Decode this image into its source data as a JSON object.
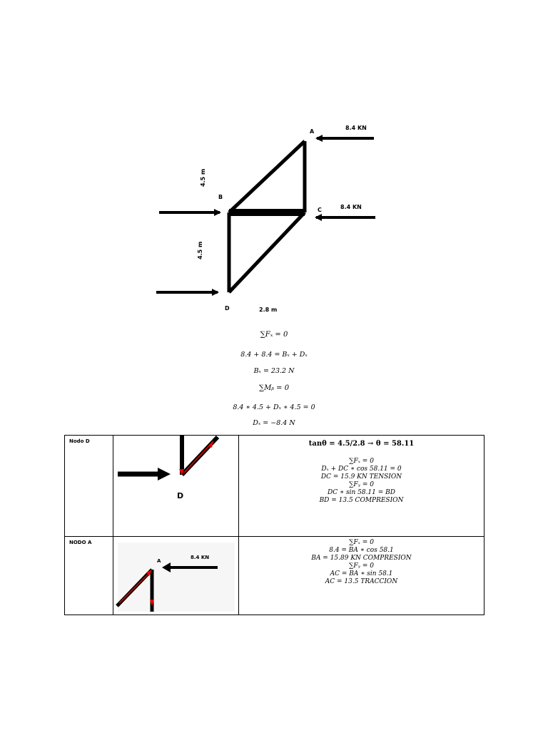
{
  "truss": {
    "nodes": {
      "A": "A",
      "B": "B",
      "C": "C",
      "D": "D"
    },
    "load_a": "8.4 KN",
    "load_c": "8.4 KN",
    "dim_top": "4.5 m",
    "dim_bottom": "4.5 m",
    "dim_width": "2.8 m"
  },
  "equations": [
    "∑Fₓ = 0",
    "8.4 + 8.4 = Bₓ + Dₓ",
    "Bₓ = 23.2 N",
    "∑Mᵦ = 0",
    "8.4 ∗ 4.5 + Dₓ ∗ 4.5 = 0",
    "Dₓ = −8.4 N"
  ],
  "table": {
    "row1": {
      "name": "Nodo D",
      "node_label": "D",
      "lines": [
        "tanθ = 4.5/2.8 → θ = 58.11",
        "∑Fₓ = 0",
        "Dₓ + DC ∗ cos 58.11 = 0",
        "DC = 15.9 KN TENSION",
        "∑Fᵧ = 0",
        "DC ∗ sin 58.11 = BD",
        "BD = 13.5 COMPRESION"
      ]
    },
    "row2": {
      "name": "NODO A",
      "node_label": "A",
      "load": "8.4 KN",
      "lines": [
        "∑Fₓ = 0",
        "8.4 = BA ∗ cos 58.1",
        "BA = 15.89 KN COMPRESION",
        "∑Fᵧ = 0",
        "AC = BA ∗ sin 58.1",
        "AC = 13.5 TRACCION"
      ]
    }
  }
}
